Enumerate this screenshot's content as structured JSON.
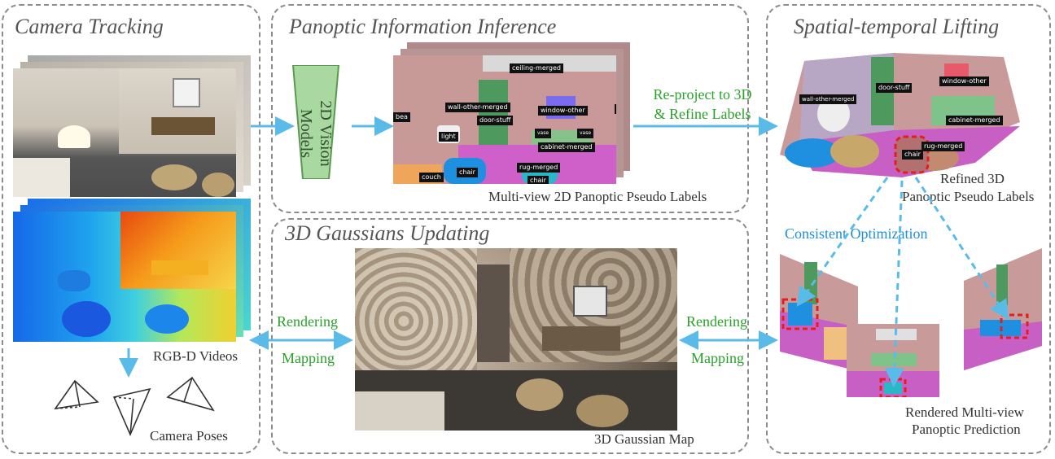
{
  "panels": {
    "camera_tracking": "Camera Tracking",
    "panoptic_inference": "Panoptic Information Inference",
    "spatial_temporal": "Spatial-temporal Lifting",
    "gaussians_updating": "3D Gaussians Updating"
  },
  "captions": {
    "rgbd": "RGB-D Videos",
    "poses": "Camera Poses",
    "pseudo2d": "Multi-view 2D Panoptic Pseudo Labels",
    "refined_line1": "Refined 3D",
    "refined_line2": "Panoptic Pseudo Labels",
    "gaussian_map": "3D Gaussian Map",
    "rendered_line1": "Rendered Multi-view",
    "rendered_line2": "Panoptic Prediction"
  },
  "vision_models": {
    "line1": "2D Vision",
    "line2": "Models"
  },
  "arrows": {
    "reproject_line1": "Re-project to 3D",
    "reproject_line2": "& Refine Labels",
    "rendering_left": "Rendering",
    "mapping_left": "Mapping",
    "rendering_right": "Rendering",
    "mapping_right": "Mapping",
    "consistent": "Consistent Optimization"
  },
  "labels2d": {
    "ceiling": "ceiling-merged",
    "wall": "wall-other-merged",
    "window": "window-other",
    "door": "door-stuff",
    "light": "light",
    "vase1": "vase",
    "vase2": "vase",
    "cabinet": "cabinet-merged",
    "rug": "rug-merged",
    "couch": "couch",
    "chair1": "chair",
    "chair2": "chair",
    "b": "-b",
    "bea": "bea"
  },
  "labels3d": {
    "door": "door-stuff",
    "window": "window-other",
    "wall": "wall-other-merged",
    "cabinet": "cabinet-merged",
    "rug": "rug-merged",
    "chair": "chair"
  },
  "colors": {
    "dashed_border": "#8c8c8c",
    "arrow_blue": "#5bbbe8",
    "text_green": "#2aa12a",
    "text_blue": "#1e90d6",
    "highlight_red": "#e02020",
    "trapezoid_fill": "#a9d8a0",
    "trapezoid_stroke": "#5a9a50"
  }
}
